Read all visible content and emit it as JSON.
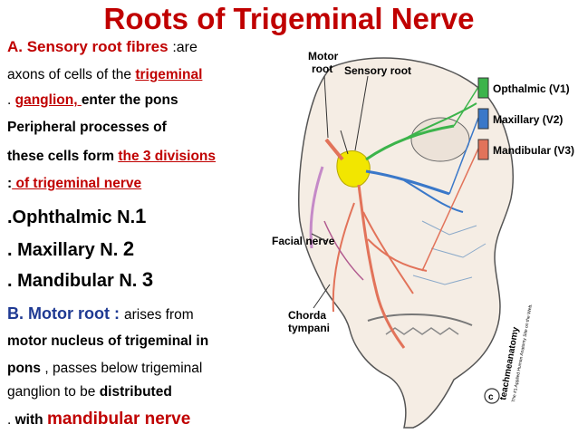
{
  "title": "Roots of Trigeminal Nerve",
  "sensory": {
    "l1_heading": "A. Sensory root fibres ",
    "l1_tail": ":are",
    "l2_text": "axons of cells of the ",
    "l2_link": "trigeminal",
    "l3_dot": ". ",
    "l3_link": " ganglion, ",
    "l3_tail": "enter the pons",
    "l4": " Peripheral processes of",
    "l5_text": "these cells form ",
    "l5_link": "the 3 divisions",
    "l6_colon": ":",
    "l6_link": " of trigeminal nerve ",
    "d1_text": ".Ophthalmic N.",
    "d1_num": "1",
    "d2_text": ". Maxillary N. ",
    "d2_num": "2",
    "d3_text": ".  Mandibular N. ",
    "d3_num": "3"
  },
  "motor": {
    "heading": " B. Motor root : ",
    "heading_tail": "arises from",
    "l2": " motor nucleus of trigeminal  in",
    "l3_bold": "pons",
    "l3_tail": " , passes below trigeminal",
    "l4_text": " ganglion to be ",
    "l4_bold": "distributed",
    "l5_dot": ". ",
    "l5_with": "with ",
    "l5_red": "mandibular nerve"
  },
  "figure": {
    "motor_root": "Motor root",
    "motor_root_l1": "Motor",
    "motor_root_l2": "root",
    "sensory_root": "Sensory root",
    "facial_nerve": "Facial nerve",
    "chorda_l1": "Chorda",
    "chorda_l2": "tympani",
    "legend": [
      {
        "label": "Opthalmic (V1)",
        "color": "#3cb44b"
      },
      {
        "label": "Maxillary (V2)",
        "color": "#3a78c9"
      },
      {
        "label": "Mandibular (V3)",
        "color": "#e2735a"
      }
    ],
    "brand": "teachmeanatomy",
    "tagline": "The #1 Applied Human Anatomy Site on the Web."
  }
}
